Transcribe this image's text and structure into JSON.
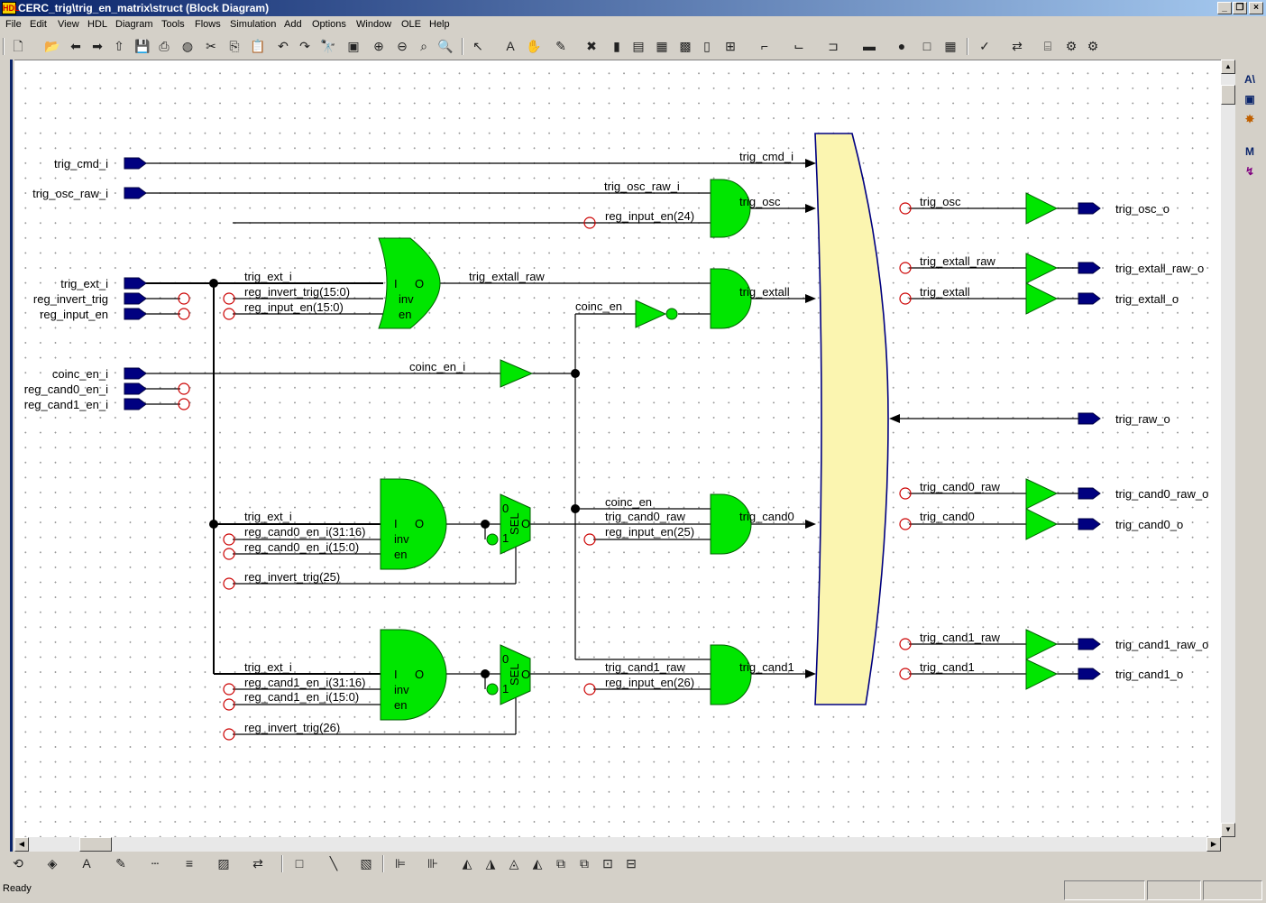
{
  "window": {
    "title": "CERC_trig\\trig_en_matrix\\struct (Block Diagram)",
    "app_icon": "HDL"
  },
  "menu": [
    "File",
    "Edit",
    "View",
    "HDL",
    "Diagram",
    "Tools",
    "Flows",
    "Simulation",
    "Add",
    "Options",
    "Window",
    "OLE",
    "Help"
  ],
  "status": {
    "text": "Ready"
  },
  "diagram": {
    "input_ports": [
      {
        "name": "trig_cmd_i"
      },
      {
        "name": "trig_osc_raw_i"
      },
      {
        "name": "trig_ext_i"
      },
      {
        "name": "reg_invert_trig"
      },
      {
        "name": "reg_input_en"
      },
      {
        "name": "coinc_en_i"
      },
      {
        "name": "reg_cand0_en_i"
      },
      {
        "name": "reg_cand1_en_i"
      }
    ],
    "output_ports": [
      {
        "name": "trig_osc_o"
      },
      {
        "name": "trig_extall_raw_o"
      },
      {
        "name": "trig_extall_o"
      },
      {
        "name": "trig_raw_o"
      },
      {
        "name": "trig_cand0_raw_o"
      },
      {
        "name": "trig_cand0_o"
      },
      {
        "name": "trig_cand1_raw_o"
      },
      {
        "name": "trig_cand1_o"
      }
    ],
    "labels": {
      "trig_cmd_i_in": "trig_cmd_i",
      "trig_osc_raw_i_in": "trig_osc_raw_i",
      "reg_input_en_24": "reg_input_en(24)",
      "trig_osc": "trig_osc",
      "trig_ext_i": "trig_ext_i",
      "reg_invert_trig_15_0": "reg_invert_trig(15:0)",
      "reg_input_en_15_0": "reg_input_en(15:0)",
      "trig_extall_raw": "trig_extall_raw",
      "coinc_en": "coinc_en",
      "trig_extall": "trig_extall",
      "coinc_en_i": "coinc_en_i",
      "reg_cand0_en_i_31_16": "reg_cand0_en_i(31:16)",
      "reg_cand0_en_i_15_0": "reg_cand0_en_i(15:0)",
      "reg_invert_trig_25": "reg_invert_trig(25)",
      "trig_cand0_raw": "trig_cand0_raw",
      "reg_input_en_25": "reg_input_en(25)",
      "trig_cand0": "trig_cand0",
      "reg_cand1_en_i_31_16": "reg_cand1_en_i(31:16)",
      "reg_cand1_en_i_15_0": "reg_cand1_en_i(15:0)",
      "reg_invert_trig_26": "reg_invert_trig(26)",
      "trig_cand1_raw": "trig_cand1_raw",
      "reg_input_en_26": "reg_input_en(26)",
      "trig_cand1": "trig_cand1"
    },
    "block_pins": {
      "in": "I",
      "out": "O",
      "inv": "inv",
      "en": "en",
      "sel": "SEL",
      "zero": "0",
      "one": "1"
    },
    "colors": {
      "gate_fill": "#00e600",
      "mux_fill": "#fbf5b0",
      "mux_outline": "#000080",
      "port_fill": "#000080",
      "open_pin": "#cc0000"
    }
  }
}
